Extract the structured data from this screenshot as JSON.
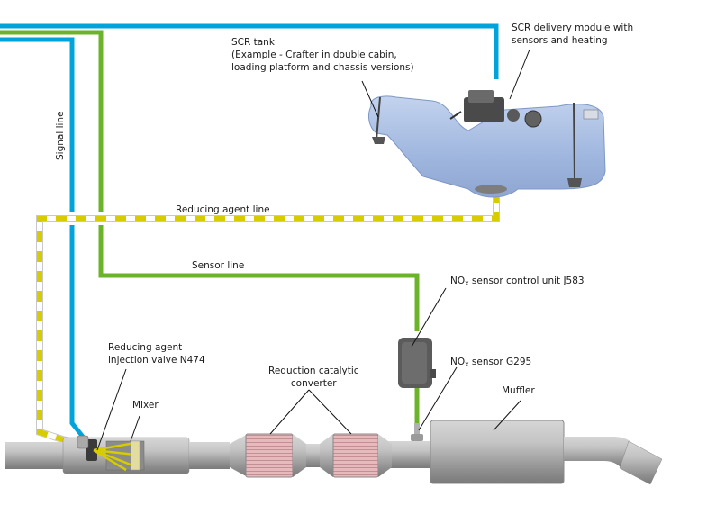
{
  "colors": {
    "signal_line": "#00a3da",
    "sensor_line": "#6cb32c",
    "reducing_agent_line": "#d6cc00",
    "tank": "#a9bde0",
    "pipe": "#a8a8a8",
    "catalyst_core": "#d9a8ab"
  },
  "labels": {
    "scr_tank": {
      "line1": "SCR tank",
      "line2": "(Example - Crafter in double cabin,",
      "line3": "loading platform and chassis versions)"
    },
    "delivery_module": {
      "line1": "SCR delivery module with",
      "line2": "sensors and heating"
    },
    "signal_line": "Signal line",
    "reducing_agent_line": "Reducing agent line",
    "sensor_line": "Sensor line",
    "nox_control_unit": {
      "prefix": "NO",
      "sub": "x",
      "suffix": " sensor control unit  J583"
    },
    "nox_sensor": {
      "prefix": "NO",
      "sub": "x",
      "suffix": " sensor  G295"
    },
    "injection_valve": {
      "line1": "Reducing agent",
      "line2": "injection valve N474"
    },
    "mixer": "Mixer",
    "catalytic_converter": {
      "line1": "Reduction catalytic",
      "line2": "converter"
    },
    "muffler": "Muffler"
  }
}
